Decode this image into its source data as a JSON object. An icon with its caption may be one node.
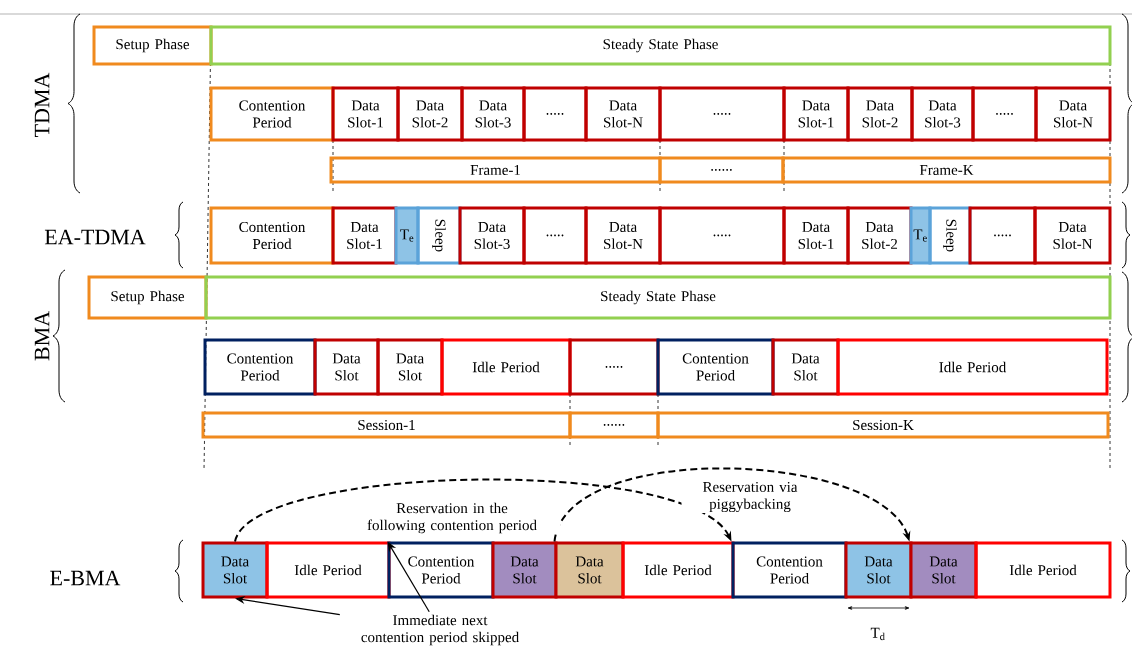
{
  "diagram": {
    "nodes": [
      {
        "text": [
          "Setup Phase"
        ]
      },
      {
        "text": [
          "Steady State Phase"
        ]
      },
      {
        "text": [
          "Contention Period"
        ]
      },
      {
        "text": [
          "Data Slot-1"
        ]
      },
      {
        "text": [
          "Data Slot-2"
        ]
      },
      {
        "text": [
          "Data Slot-3"
        ]
      },
      {
        "text": [
          "....."
        ]
      },
      {
        "text": [
          "Data Slot-N"
        ]
      },
      {
        "text": [
          "....."
        ]
      },
      {
        "text": [
          "Data Slot-1"
        ]
      },
      {
        "text": [
          "Data Slot-2"
        ]
      },
      {
        "text": [
          "Data Slot-3"
        ]
      },
      {
        "text": [
          "....."
        ]
      },
      {
        "text": [
          "Data Slot-N"
        ]
      },
      {
        "text": [
          "Frame-1"
        ]
      },
      {
        "text": [
          "......"
        ]
      },
      {
        "text": [
          "Frame-K"
        ]
      },
      {
        "text": [
          "Contention Period"
        ]
      },
      {
        "text": [
          "Data Slot-1"
        ]
      },
      {
        "text": [
          "T$_{e}$"
        ]
      },
      {
        "text": [
          "Sleep"
        ]
      },
      {
        "text": [
          "Data Slot-3"
        ]
      },
      {
        "text": [
          "....."
        ]
      },
      {
        "text": [
          "Data Slot-N"
        ]
      },
      {
        "text": [
          "....."
        ]
      },
      {
        "text": [
          "Data Slot-1"
        ]
      },
      {
        "text": [
          "Data Slot-2"
        ]
      },
      {
        "text": [
          "T$_{e}$"
        ]
      },
      {
        "text": [
          "Sleep"
        ]
      },
      {
        "text": [
          "....."
        ]
      },
      {
        "text": [
          "Data Slot-N"
        ]
      },
      {
        "text": [
          "Setup Phase"
        ]
      },
      {
        "text": [
          "Steady State Phase"
        ]
      },
      {
        "text": [
          "Contention Period"
        ]
      },
      {
        "text": [
          "Data Slot"
        ]
      },
      {
        "text": [
          "Data Slot"
        ]
      },
      {
        "text": [
          "Idle Period"
        ]
      },
      {
        "text": [
          "....."
        ]
      },
      {
        "text": [
          "Contention Period"
        ]
      },
      {
        "text": [
          "Data Slot"
        ]
      },
      {
        "text": [
          "Idle Period"
        ]
      },
      {
        "text": [
          "Session-1"
        ]
      },
      {
        "text": [
          "......"
        ]
      },
      {
        "text": [
          "Session-K"
        ]
      },
      {
        "text": [
          "Data Slot"
        ]
      },
      {
        "text": [
          "Idle Period"
        ]
      },
      {
        "text": [
          "Contention Period"
        ]
      },
      {
        "text": [
          "Data Slot"
        ]
      },
      {
        "text": [
          "Data Slot"
        ]
      },
      {
        "text": [
          "Idle Period"
        ]
      },
      {
        "text": [
          "Contention Period"
        ]
      },
      {
        "text": [
          "Data Slot"
        ]
      },
      {
        "text": [
          "Data Slot"
        ]
      },
      {
        "text": [
          "Idle Period"
        ]
      },
      {
        "text": [
          "Immediate next contention period skipped"
        ]
      }
    ],
    "edges": [
      {
        "from": 44,
        "to": 50,
        "arrow": "to",
        "style": "dashed",
        "label": "Reservation in the following contention period"
      },
      {
        "from": 48,
        "to": 52,
        "arrow": "to",
        "style": "dashed",
        "label": "Reservation via piggybacking"
      },
      {
        "from": 54,
        "to": 44,
        "arrow": "to"
      },
      {
        "from": 54,
        "to": 46,
        "arrow": "to"
      }
    ],
    "labels": [
      "TDMA",
      "EA-TDMA",
      "BMA",
      "E-BMA",
      "T$_{d}$"
    ]
  }
}
